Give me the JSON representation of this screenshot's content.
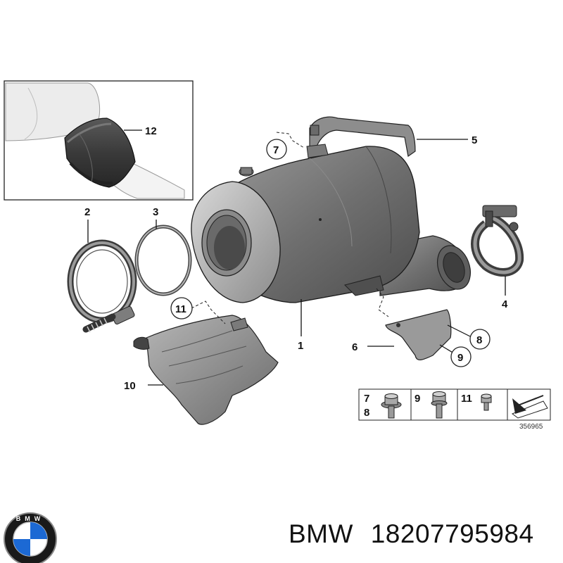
{
  "diagram_number": "356965",
  "callouts": {
    "c1": "1",
    "c2": "2",
    "c3": "3",
    "c4": "4",
    "c5": "5",
    "c6": "6",
    "c7": "7",
    "c8": "8",
    "c9": "9",
    "c10": "10",
    "c11": "11",
    "c12": "12"
  },
  "hardware_table": {
    "cell1_top": "7",
    "cell1_bottom": "8",
    "cell2": "9",
    "cell3": "11"
  },
  "brand": {
    "name": "BMW",
    "part_number": "18207795984",
    "logo_letters": "B M W"
  },
  "colors": {
    "part_fill": "#b9b9b9",
    "part_dark": "#5e5e5e",
    "line": "#1a1a1a",
    "logo_blue": "#1c69d4"
  }
}
